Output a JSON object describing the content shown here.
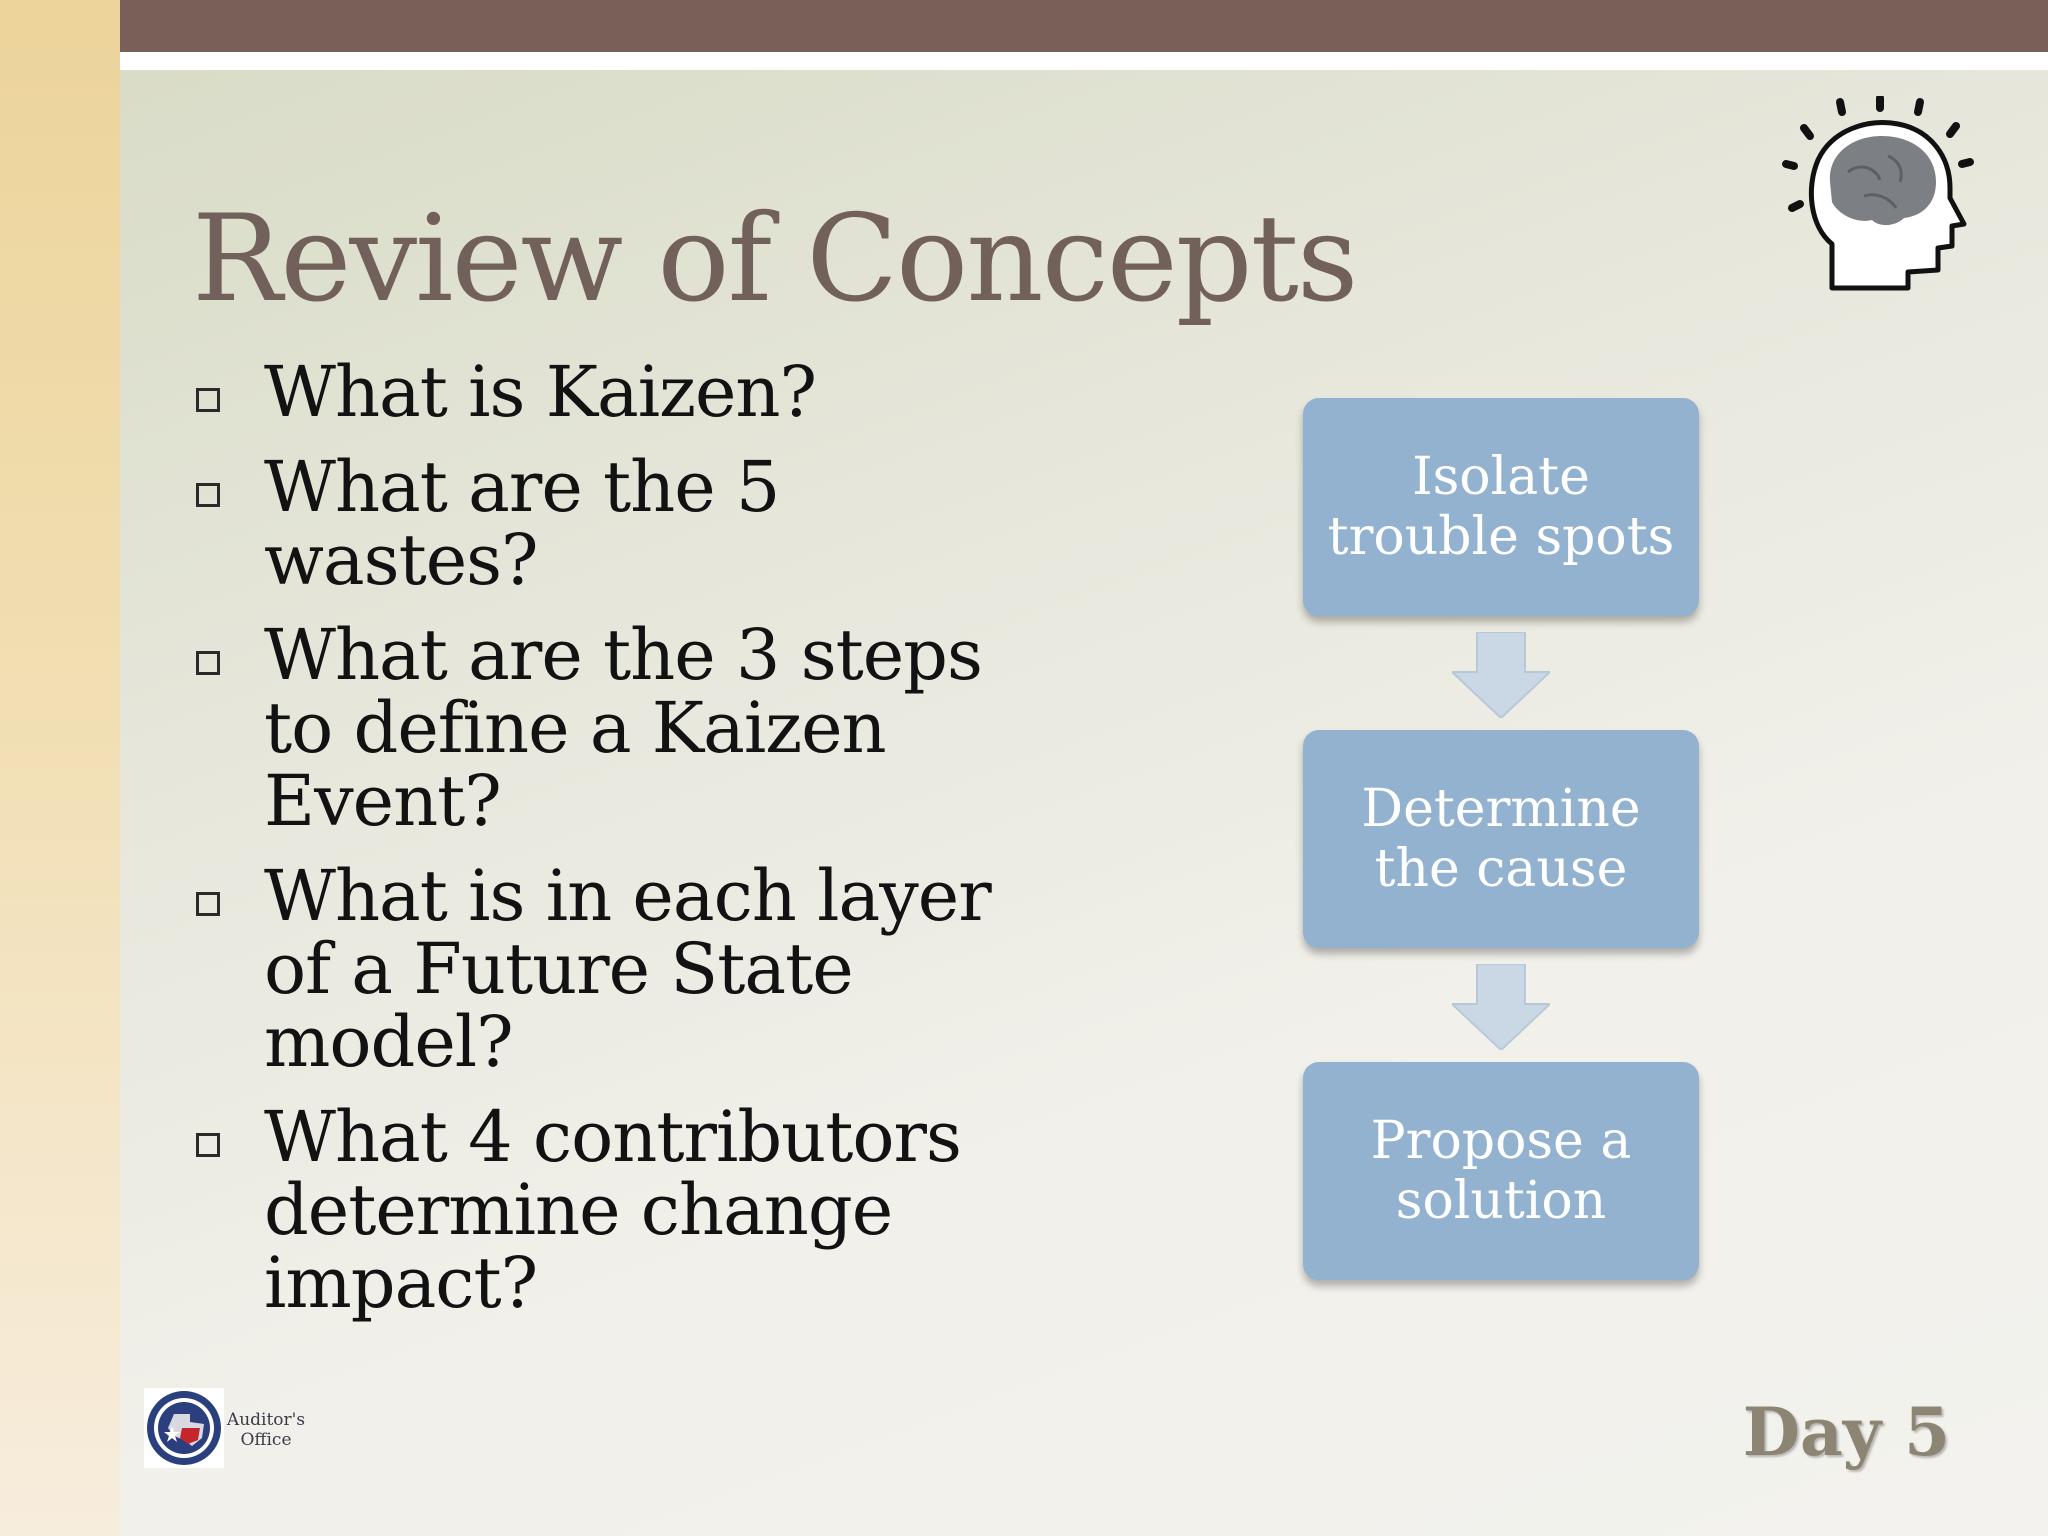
{
  "slide": {
    "title": "Review of Concepts",
    "bullets": [
      "What is Kaizen?",
      "What are the 5 wastes?",
      "What are the 3 steps to define a Kaizen Event?",
      "What is in each layer of a Future State model?",
      "What 4 contributors determine change impact?"
    ],
    "flow_steps": [
      "Isolate trouble spots",
      "Determine the cause",
      "Propose a solution"
    ],
    "footer": {
      "office_line1": "Auditor's",
      "office_line2": "Office",
      "day_label": "Day 5"
    }
  },
  "icons": {
    "header_icon": "brain-head-icon",
    "bullet_icon": "square-bullet-icon",
    "arrow_icon": "arrow-down-icon",
    "logo": "auditor-seal-logo"
  },
  "colors": {
    "title": "#72605a",
    "top_bar": "#7a5f58",
    "left_band": "#ecd49a",
    "flow_box": "#93b2cf",
    "flow_arrow": "#c9d8e4",
    "day_label": "#8d8573"
  }
}
